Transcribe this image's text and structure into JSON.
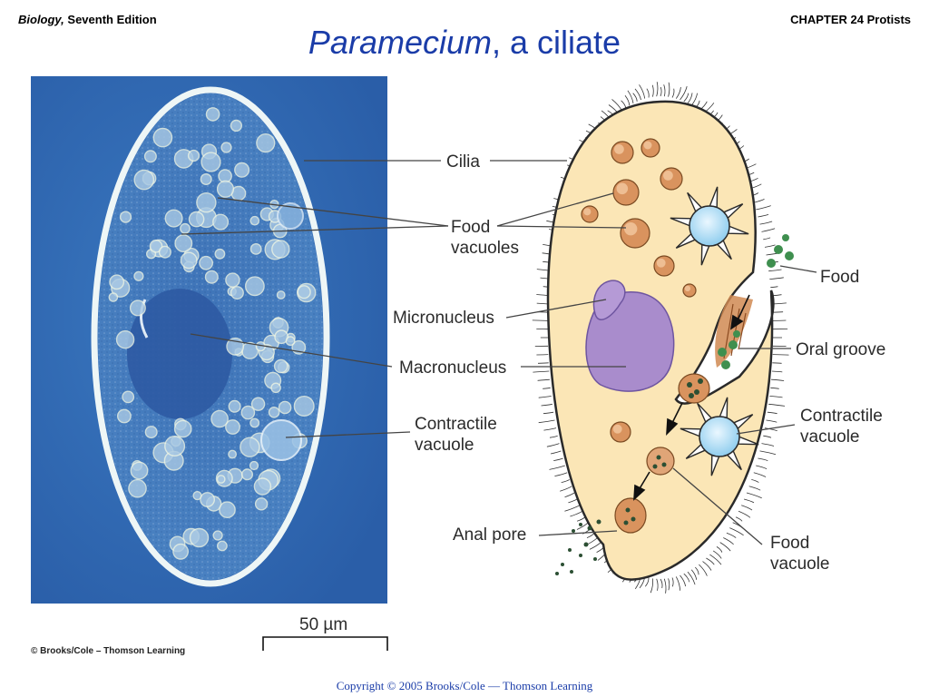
{
  "header": {
    "book_title": "Biology,",
    "edition": " Seventh Edition",
    "chapter": "CHAPTER 24 Protists"
  },
  "slide": {
    "title_species": "Paramecium",
    "title_rest": ", a ciliate"
  },
  "labels": {
    "cilia": "Cilia",
    "food_vacuoles_1": "Food",
    "food_vacuoles_2": "vacuoles",
    "micronucleus": "Micronucleus",
    "macronucleus": "Macronucleus",
    "contractile_left_1": "Contractile",
    "contractile_left_2": "vacuole",
    "food": "Food",
    "oral_groove": "Oral groove",
    "contractile_right_1": "Contractile",
    "contractile_right_2": "vacuole",
    "anal_pore": "Anal pore",
    "food_vacuole_1": "Food",
    "food_vacuole_2": "vacuole"
  },
  "scale_bar": {
    "label": "50 µm"
  },
  "footer": {
    "credit": "© Brooks/Cole – Thomson Learning",
    "copyright": "Copyright © 2005 Brooks/Cole — Thomson Learning"
  },
  "colors": {
    "title": "#1a3ca8",
    "micrograph_bg": "#2f66b2",
    "cell_fill": "#fbe6b6",
    "macronucleus": "#a98ccc",
    "vacuole": "#d9935e",
    "contractile": "#bfe3f7",
    "food_particle": "#3f8f4f"
  }
}
